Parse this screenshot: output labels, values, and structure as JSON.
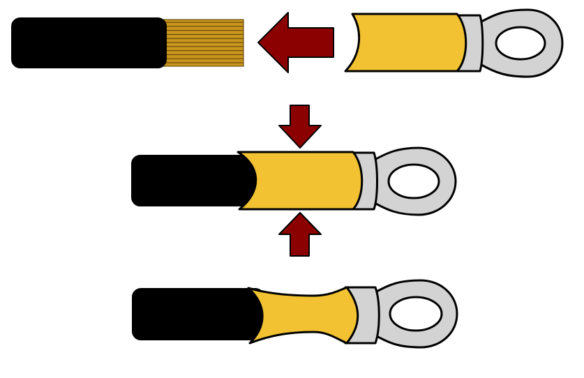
{
  "diagram": {
    "description_visible_text": "",
    "steps": [
      {
        "id": "step-insert-wire",
        "action": "insert"
      },
      {
        "id": "step-terminal-on-wire",
        "action": "crimp"
      },
      {
        "id": "step-crimped-result",
        "action": "result"
      }
    ]
  },
  "colors": {
    "insulation": "#000000",
    "copper": "#c8961e",
    "copper_line": "#5a3c00",
    "sleeve": "#f2c232",
    "metal": "#d3d3d3",
    "arrow": "#8b0000",
    "outline": "#000000",
    "background": "#ffffff"
  },
  "icons": [
    "wire-icon",
    "ring-terminal-icon",
    "arrow-left-icon",
    "arrow-down-icon",
    "arrow-up-icon"
  ]
}
